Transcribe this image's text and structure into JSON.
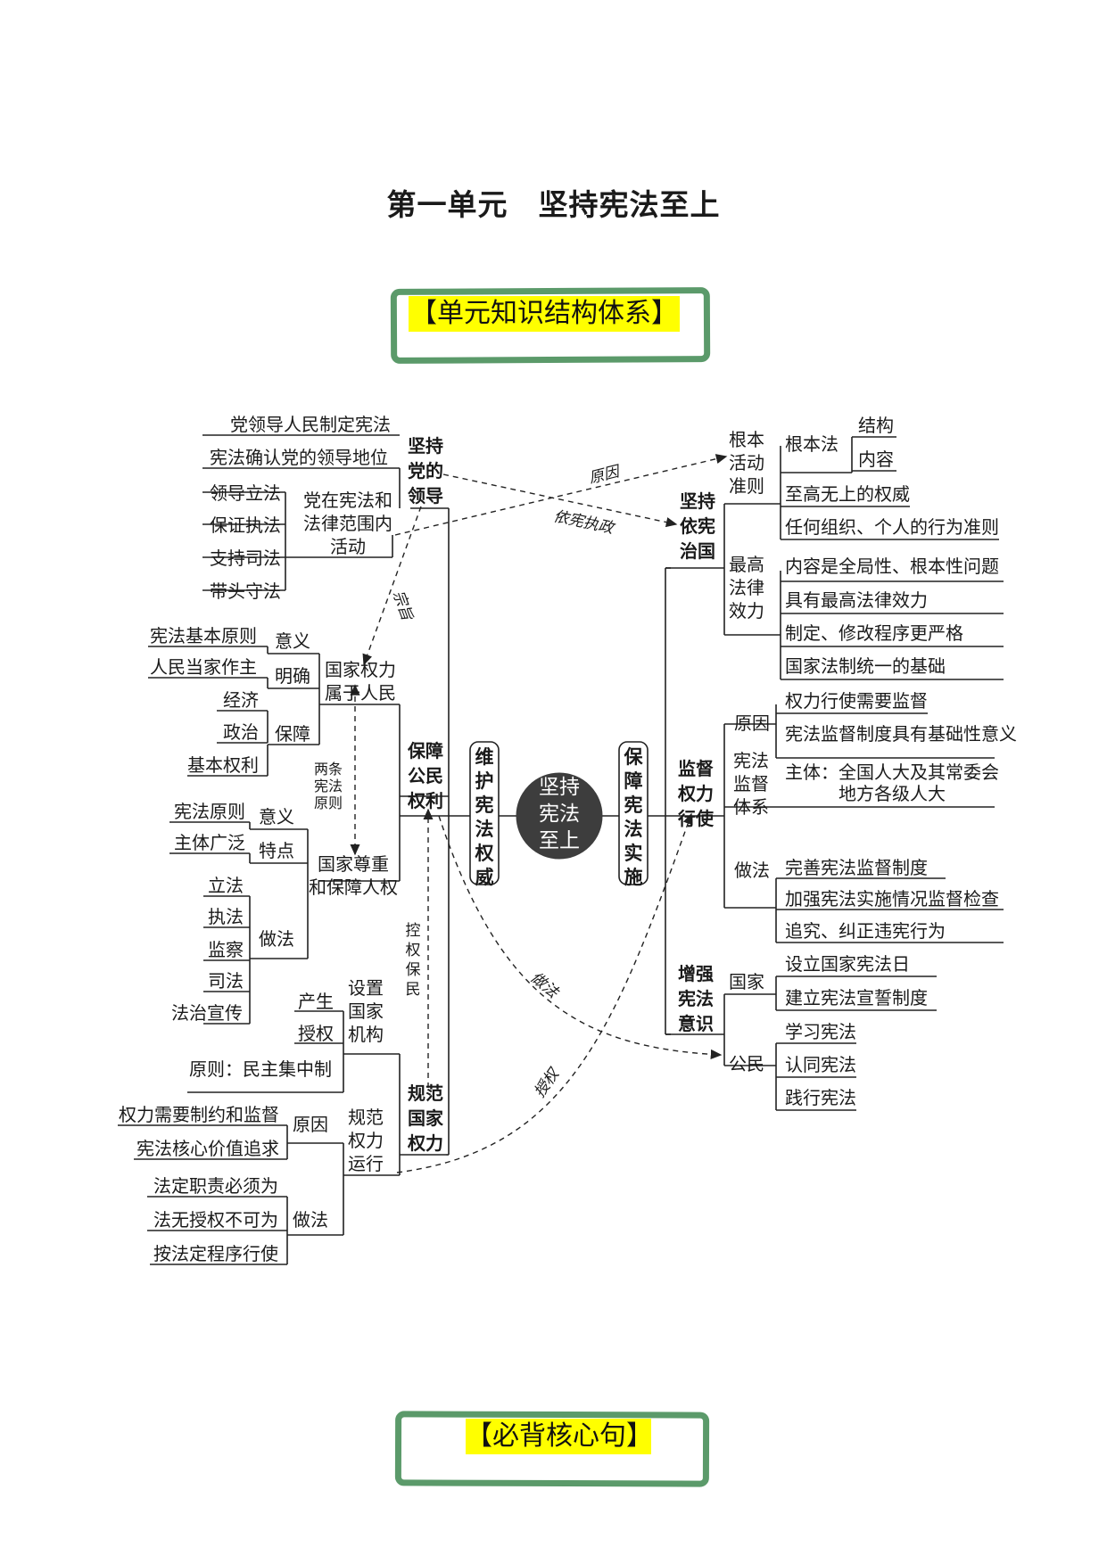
{
  "title": "第一单元　坚持宪法至上",
  "section1": "【单元知识结构体系】",
  "section2": "【必背核心句】",
  "center": "坚持\n宪法\n至上",
  "left_main": "维护宪法权威",
  "right_main": "保障宪法实施",
  "left": {
    "leadership": {
      "label": "坚持\n党的\n领导",
      "items": [
        "党领导人民制定宪法",
        "宪法确认党的领导地位"
      ],
      "sub_label": "党在宪法和\n法律范围内\n活动",
      "sub_items": [
        "领导立法",
        "保证执法",
        "支持司法",
        "带头守法"
      ]
    },
    "rights": {
      "label": "保障\n公民\n权利",
      "power_people": "国家权力\n属于人民",
      "meaning": "意义",
      "meaning_item": "宪法基本原则",
      "clarify": "明确",
      "clarify_item": "人民当家作主",
      "guarantee": "保障",
      "guarantee_items": [
        "经济",
        "政治"
      ],
      "basic_rights": "基本权利",
      "two_principles": "两条\n宪法\n原则",
      "respect": "国家尊重\n和保障人权",
      "meaning2": "意义",
      "meaning2_item": "宪法原则",
      "feature": "特点",
      "feature_item": "主体广泛",
      "practice": "做法",
      "practice_items": [
        "立法",
        "执法",
        "监察",
        "司法",
        "法治宣传"
      ]
    },
    "power": {
      "label": "规范\n国家\n权力",
      "establish": "设置\n国家\n机构",
      "establish_items": [
        "产生",
        "授权"
      ],
      "principle": "原则：民主集中制",
      "run": "规范\n权力\n运行",
      "reason": "原因",
      "reason_items": [
        "权力需要制约和监督",
        "宪法核心价值追求"
      ],
      "practice": "做法",
      "practice_items": [
        "法定职责必须为",
        "法无授权不可为",
        "按法定程序行使"
      ]
    }
  },
  "right": {
    "governance": {
      "label": "坚持\n依宪\n治国",
      "root": "根本\n活动\n准则",
      "fundamental": "根本法",
      "fundamental_items": [
        "结构",
        "内容"
      ],
      "root_items": [
        "至高无上的权威",
        "任何组织、个人的行为准则"
      ],
      "supreme": "最高\n法律\n效力",
      "supreme_items": [
        "内容是全局性、根本性问题",
        "具有最高法律效力",
        "制定、修改程序更严格",
        "国家法制统一的基础"
      ]
    },
    "supervision": {
      "label": "监督\n权力\n行使",
      "reason": "原因",
      "reason_items": [
        "权力行使需要监督",
        "宪法监督制度具有基础性意义"
      ],
      "system": "宪法\n监督\n体系",
      "subject": "主体：全国人大及其常委会",
      "subject2": "地方各级人大",
      "practice": "做法",
      "practice_items": [
        "完善宪法监督制度",
        "加强宪法实施情况监督检查",
        "追究、纠正违宪行为"
      ]
    },
    "awareness": {
      "label": "增强\n宪法\n意识",
      "state": "国家",
      "state_items": [
        "设立国家宪法日",
        "建立宪法宣誓制度"
      ],
      "citizen": "公民",
      "citizen_items": [
        "学习宪法",
        "认同宪法",
        "践行宪法"
      ]
    }
  },
  "links": {
    "reason": "原因",
    "rule": "依宪执政",
    "purpose": "宗旨",
    "control": "控\n权\n保\n民",
    "practice": "做法",
    "authorize": "授权"
  }
}
